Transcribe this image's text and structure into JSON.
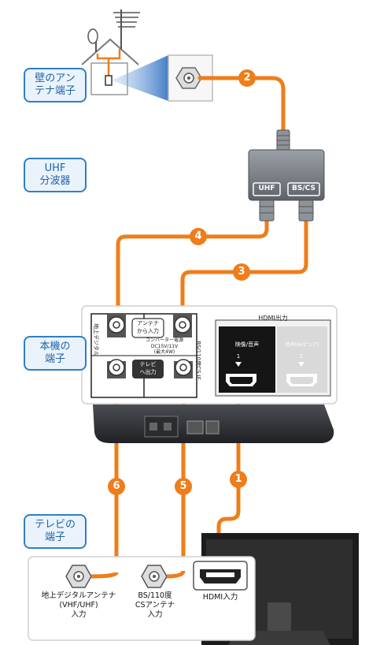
{
  "labels": {
    "wall_terminal": [
      "壁のアン",
      "テナ端子"
    ],
    "splitter": [
      "UHF",
      "分波器"
    ],
    "unit_terminal": [
      "本機の",
      "端子"
    ],
    "tv_terminal": [
      "テレビの",
      "端子"
    ]
  },
  "splitter": {
    "uhf": "UHF",
    "bscs": "BS/CS"
  },
  "panel": {
    "hdmi_header": "HDMI出力",
    "antenna_in": [
      "アンテナ",
      "から入力"
    ],
    "converter": [
      "コンバーター電源",
      "DC15V/11V",
      "(最大4W)"
    ],
    "tv_out": [
      "テレビ",
      "へ出力"
    ],
    "terrestrial_vertical": "地上デジタル",
    "bs_vertical": "BS/110度CS IF",
    "video_audio": "映像/音声",
    "audio_av": "音声(AVピュア)",
    "hdmi1": "1",
    "hdmi2": "2"
  },
  "steps": [
    "1",
    "2",
    "3",
    "4",
    "5",
    "6"
  ],
  "tv_inputs": {
    "terrestrial": [
      "地上デジタルアンテナ",
      "(VHF/UHF)",
      "入力"
    ],
    "bs": [
      "BS/110度",
      "CSアンテナ",
      "入力"
    ],
    "hdmi": "HDMI入力"
  },
  "colors": {
    "cable": "#ef7d1a",
    "accent_blue": "#2f7fc8",
    "label_bg": "#eaf3fc"
  }
}
